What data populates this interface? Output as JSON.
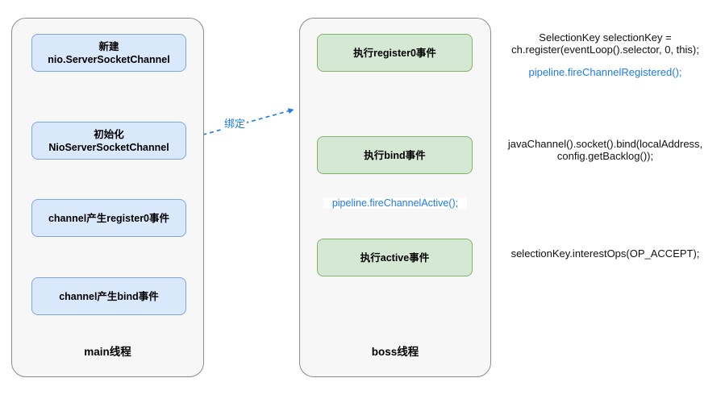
{
  "main_lane": {
    "title": "main线程",
    "nodes": [
      {
        "line1": "新建",
        "line2": "nio.ServerSocketChannel"
      },
      {
        "line1": "初始化",
        "line2": "NioServerSocketChannel"
      },
      {
        "line1": "channel产生register0事件"
      },
      {
        "line1": "channel产生bind事件"
      }
    ]
  },
  "boss_lane": {
    "title": "boss线程",
    "nodes": [
      {
        "line1": "执行register0事件"
      },
      {
        "line1": "执行bind事件"
      },
      {
        "line1": "执行active事件"
      }
    ]
  },
  "edges": {
    "bind_label": "绑定",
    "fire_active_label": "pipeline.fireChannelActive();"
  },
  "annotations": {
    "register": {
      "line1": "SelectionKey selectionKey =",
      "line2": "ch.register(eventLoop().selector, 0, this);",
      "blue": "pipeline.fireChannelRegistered();"
    },
    "bind": {
      "line1": "javaChannel().socket().bind(localAddress,",
      "line2": "config.getBacklog());"
    },
    "active": {
      "line1": "selectionKey.interestOps(OP_ACCEPT);"
    }
  },
  "colors": {
    "accent_blue": "#1e7af0",
    "node_blue_fill": "#dae8fc",
    "node_blue_stroke": "#7ea6e0",
    "node_green_fill": "#d5e8d4",
    "node_green_stroke": "#82b366",
    "lane_fill": "#f7f7f7",
    "lane_stroke": "#8c8c8c"
  }
}
